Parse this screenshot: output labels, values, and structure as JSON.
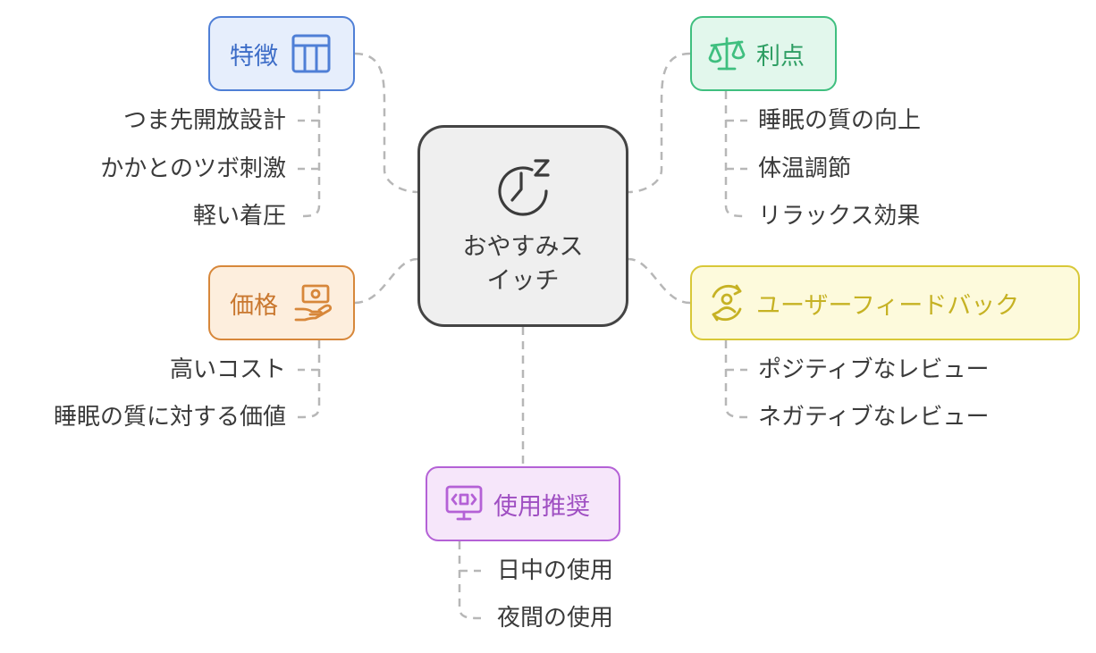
{
  "center": {
    "lines": [
      "おやすみス",
      "イッチ"
    ],
    "icon": "sleep-timer-icon"
  },
  "features": {
    "title": "特徴",
    "icon": "table-icon",
    "color": "#4f7fd6",
    "items": [
      "つま先開放設計",
      "かかとのツボ刺激",
      "軽い着圧"
    ]
  },
  "benefits": {
    "title": "利点",
    "icon": "balance-scale-icon",
    "color": "#3fbf7f",
    "items": [
      "睡眠の質の向上",
      "体温調節",
      "リラックス効果"
    ]
  },
  "price": {
    "title": "価格",
    "icon": "money-hand-icon",
    "color": "#d7873a",
    "items": [
      "高いコスト",
      "睡眠の質に対する価値"
    ]
  },
  "feedback": {
    "title": "ユーザーフィードバック",
    "icon": "user-cycle-icon",
    "color": "#d8c838",
    "items": [
      "ポジティブなレビュー",
      "ネガティブなレビュー"
    ]
  },
  "usage": {
    "title": "使用推奨",
    "icon": "monitor-code-icon",
    "color": "#b461d6",
    "items": [
      "日中の使用",
      "夜間の使用"
    ]
  }
}
